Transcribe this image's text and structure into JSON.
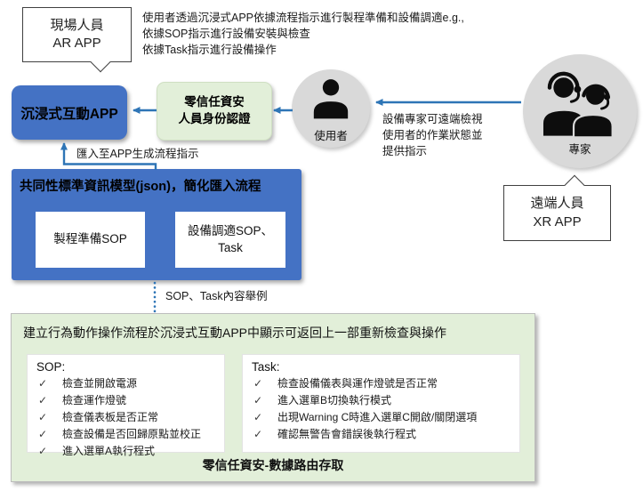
{
  "palette": {
    "box_blue": "#4472C4",
    "arrow_blue": "#2E75B6",
    "light_green": "#E2EFD9",
    "circle_gray": "#D9D9D9"
  },
  "icons": {
    "check": "✓",
    "user_icon": "person-silhouette",
    "experts_icon": "two-people-with-headsets"
  },
  "field_callout": {
    "line1": "現場人員",
    "line2": "AR APP"
  },
  "intro_note": {
    "line1": "使用者透過沉浸式APP依據流程指示進行製程準備和設備調適e.g.,",
    "line2": "依據SOP指示進行設備安裝與檢查",
    "line3": "依據Task指示進行設備操作"
  },
  "immersive_app": {
    "label": "沉浸式互動APP"
  },
  "auth_box": {
    "line1": "零信任資安",
    "line2": "人員身份認證"
  },
  "user": {
    "label": "使用者"
  },
  "expert": {
    "label": "專家"
  },
  "expert_note": {
    "line1": "設備專家可遠端檢視",
    "line2": "使用者的作業狀態並",
    "line3": "提供指示"
  },
  "remote_callout": {
    "line1": "遠端人員",
    "line2": "XR APP"
  },
  "import_label": "匯入至APP生成流程指示",
  "json_model": {
    "title": "共同性標準資訊模型(json)，簡化匯入流程",
    "box1": "製程準備SOP",
    "box2_line1": "設備調適SOP、",
    "box2_line2": "Task"
  },
  "example_label": "SOP、Task內容舉例",
  "green_panel": {
    "header": "建立行為動作操作流程於沉浸式互動APP中顯示可返回上一部重新檢查與操作",
    "sop": {
      "title": "SOP:",
      "items": [
        "檢查並開啟電源",
        "檢查運作燈號",
        "檢查儀表板是否正常",
        "檢查設備是否回歸原點並校正",
        "進入選單A執行程式"
      ]
    },
    "task": {
      "title": "Task:",
      "items": [
        "檢查設備儀表與運作燈號是否正常",
        "進入選單B切換執行模式",
        "出現Warning C時進入選單C開啟/關閉選項",
        "確認無警告會錯誤後執行程式"
      ]
    },
    "footer": "零信任資安-數據路由存取"
  }
}
